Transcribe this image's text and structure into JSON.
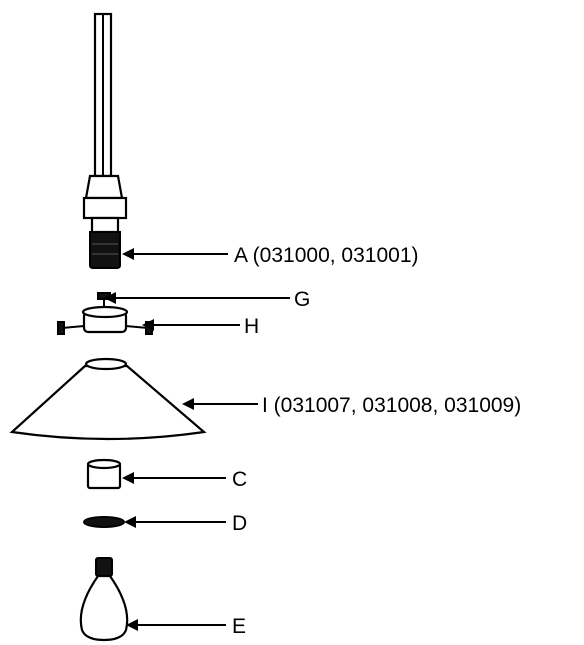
{
  "diagram": {
    "callouts": {
      "a": "A (031000, 031001)",
      "g": "G",
      "h": "H",
      "i": "I (031007, 031008, 031009)",
      "c": "C",
      "d": "D",
      "e": "E"
    },
    "colors": {
      "line": "#000000",
      "background": "#ffffff",
      "dark_fill": "#111111"
    }
  }
}
